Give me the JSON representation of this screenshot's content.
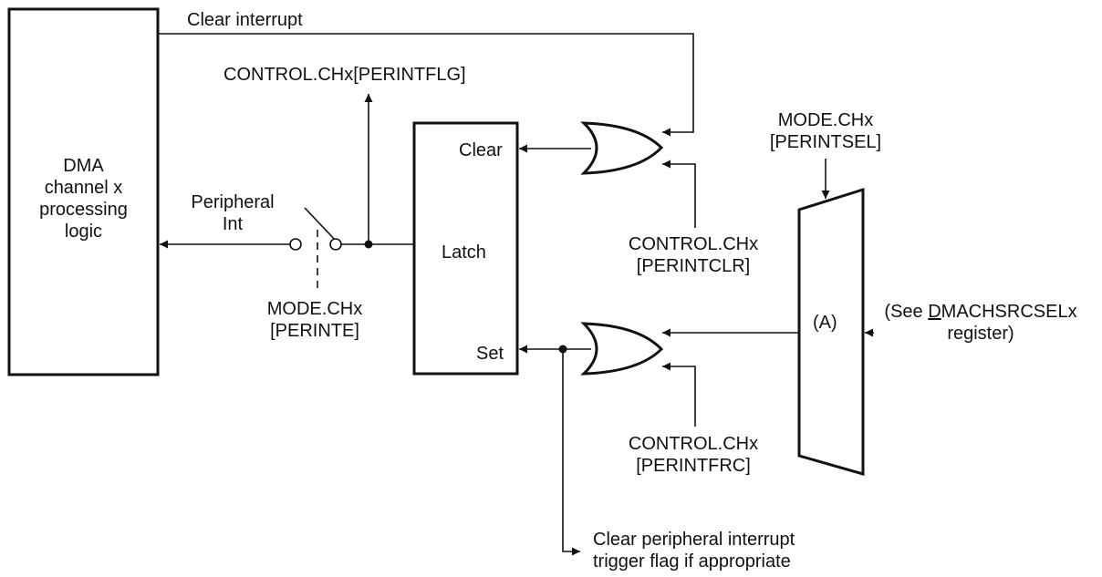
{
  "blocks": {
    "dma_logic": [
      "DMA",
      "channel x",
      "processing",
      "logic"
    ],
    "latch": "Latch",
    "latch_clear": "Clear",
    "latch_set": "Set",
    "mux": "(A)"
  },
  "labels": {
    "clear_interrupt": "Clear interrupt",
    "perintflg": "CONTROL.CHx[PERINTFLG]",
    "peripheral_int": [
      "Peripheral",
      "Int"
    ],
    "perinte": [
      "MODE.CHx",
      "[PERINTE]"
    ],
    "perintclr": [
      "CONTROL.CHx",
      "[PERINTCLR]"
    ],
    "perintsel": [
      "MODE.CHx",
      "[PERINTSEL]"
    ],
    "perintfrc": [
      "CONTROL.CHx",
      "[PERINTFRC]"
    ],
    "see_prefix": "(See ",
    "see_underlined": "D",
    "see_rest": "MACHSRCSELx",
    "see_line2": "register)",
    "clear_flag": [
      "Clear peripheral interrupt",
      "trigger flag if appropriate"
    ]
  }
}
